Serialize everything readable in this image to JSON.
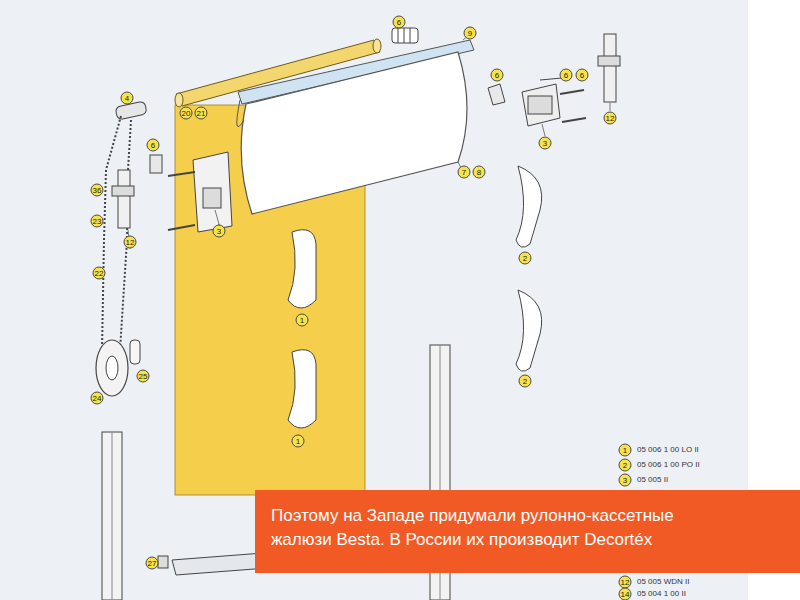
{
  "diagram": {
    "nodes": [
      {
        "text": [
          "Поэтому на Западе придумали рулонно-кассетные жалюзи Besta. В России их производит Decortéx"
        ]
      }
    ],
    "labels": [
      "6",
      "9",
      "4",
      "20",
      "21",
      "6",
      "6",
      "6",
      "12",
      "6",
      "3",
      "7",
      "8",
      "36",
      "3",
      "23",
      "12",
      "2",
      "22",
      "1",
      "25",
      "2",
      "24",
      "1",
      "1",
      "05 006 1 00 LO II",
      "2",
      "05 006 1 00 PO II",
      "3",
      "05 005 II",
      "27",
      "12",
      "05 005 WDN II",
      "14",
      "05 004 1 00 II"
    ]
  }
}
